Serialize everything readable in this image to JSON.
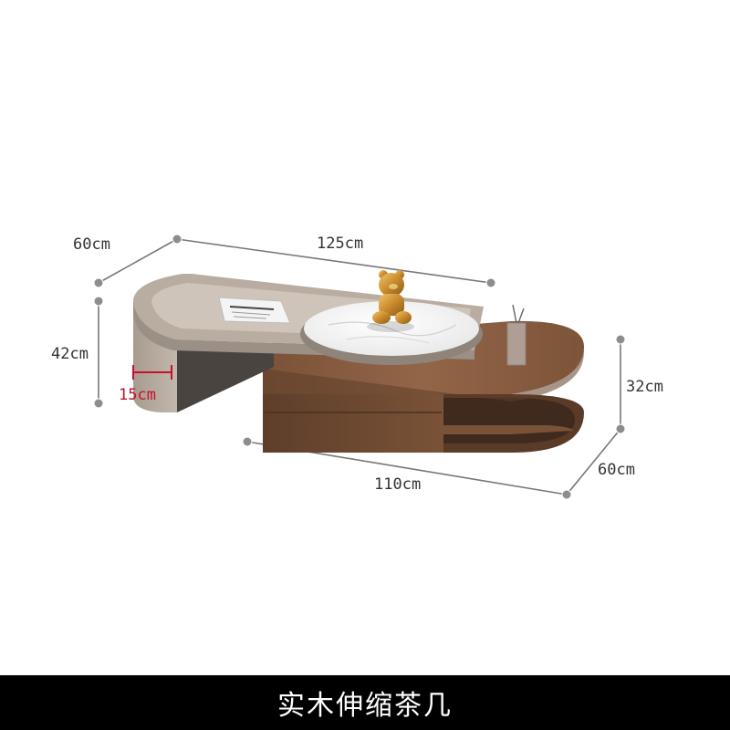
{
  "dimensions": {
    "top_depth": "60cm",
    "top_length": "125cm",
    "left_height": "42cm",
    "leg_width": "15cm",
    "right_height": "32cm",
    "bottom_depth": "60cm",
    "bottom_length": "110cm"
  },
  "caption": "实木伸缩茶几",
  "colors": {
    "accent": "#c8102e",
    "banner": "#000000",
    "walnut": "#6e4a33",
    "taupe": "#b7aba0"
  }
}
